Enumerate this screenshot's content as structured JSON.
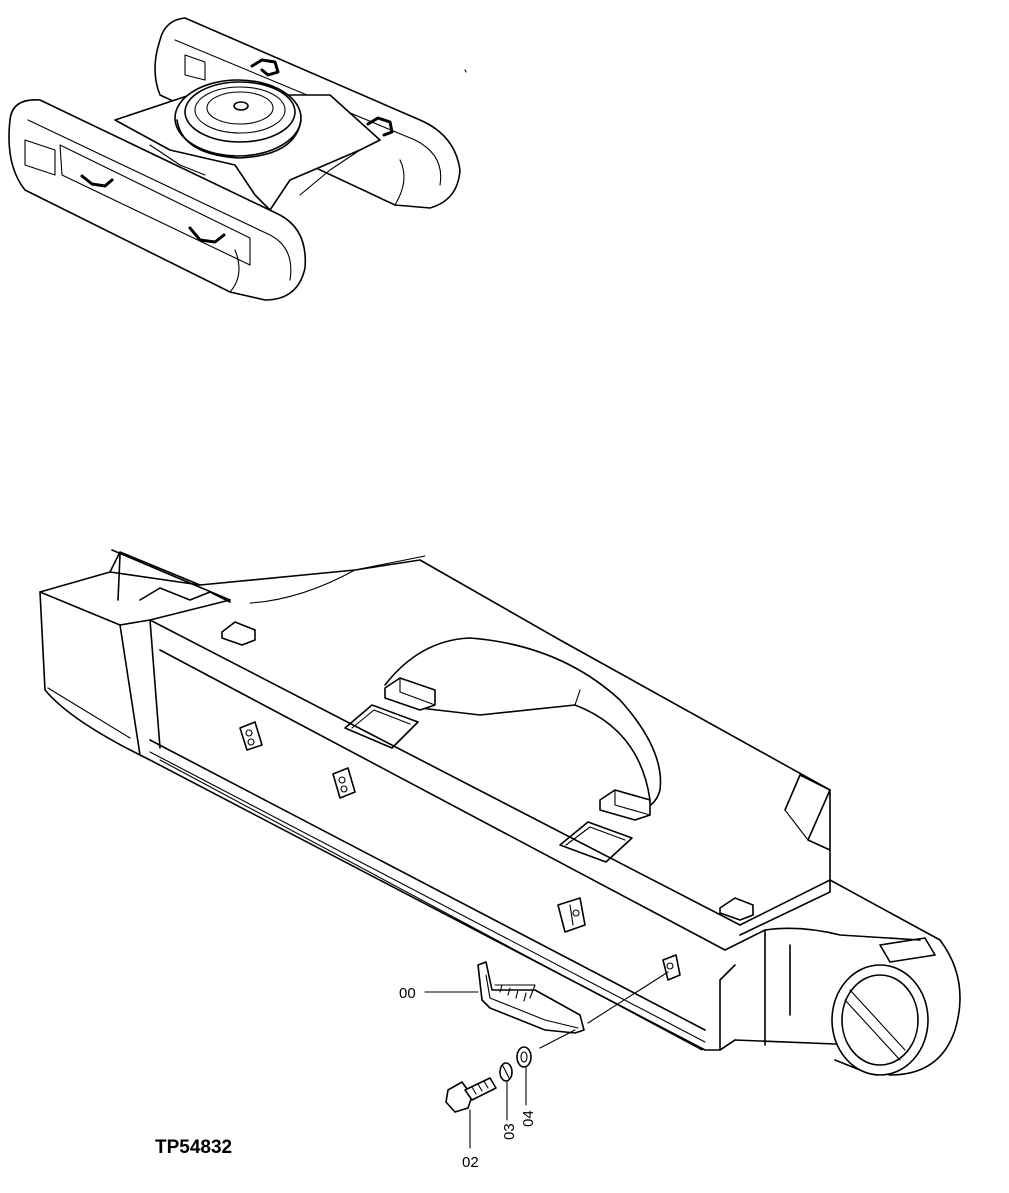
{
  "drawing": {
    "reference_number": "TP54832",
    "callouts": [
      {
        "id": "00",
        "label": "00"
      },
      {
        "id": "02",
        "label": "02"
      },
      {
        "id": "03",
        "label": "03"
      },
      {
        "id": "04",
        "label": "04"
      }
    ]
  }
}
